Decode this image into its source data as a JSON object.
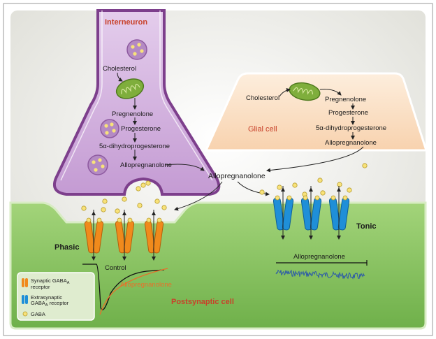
{
  "labels": {
    "interneuron": "Interneuron",
    "glial_cell": "Glial cell",
    "postsynaptic_cell": "Postsynaptic cell",
    "phasic": "Phasic",
    "tonic": "Tonic",
    "control": "Control",
    "allopregnanolone_trace": "Allopregnanolone",
    "allopregnanolone_bar": "Allopregnanolone",
    "allopregnanolone_center": "Allopregnanolone"
  },
  "interneuron_pathway": [
    "Cholesterol",
    "Pregnenolone",
    "Progesterone",
    "5α-dihydroprogesterone",
    "Allopregnanolone"
  ],
  "glial_pathway": [
    "Cholesterol",
    "Pregnenolone",
    "Progesterone",
    "5α-dihydroprogesterone",
    "Allopregnanolone"
  ],
  "legend": {
    "synaptic": [
      "Synaptic GABA",
      "A",
      "receptor"
    ],
    "extrasynaptic": [
      "Extrasynaptic",
      "GABA",
      "A",
      " receptor"
    ],
    "gaba": "GABA"
  },
  "colors": {
    "interneuron_fill": "#c9a6d6",
    "interneuron_outline": "#7d3f8c",
    "glial_fill": "#fbdcc0",
    "postsynaptic_fill": "#86c45c",
    "synaptic_receptor": "#f08a1c",
    "extrasynaptic_receptor": "#1f8fd8",
    "gaba_dot": "#f8e27a",
    "mitochondrion": "#7fae3c",
    "title_red": "#c8412a",
    "allo_trace": "#e8702a"
  }
}
